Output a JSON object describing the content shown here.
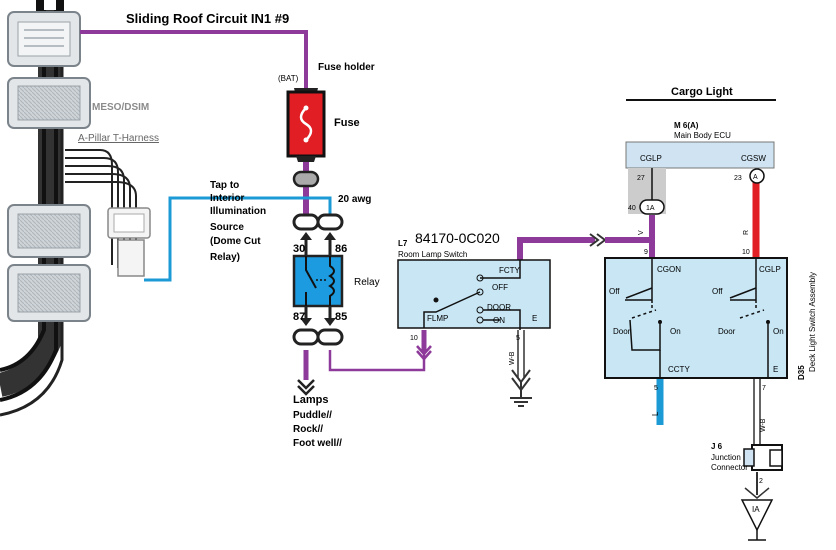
{
  "title": "Sliding Roof Circuit IN1 #9",
  "labels": {
    "meso": "MESO/DSIM",
    "apillar": "A-Pillar T-Harness",
    "tap": [
      "Tap to",
      "Interior",
      "Illumination",
      "Source",
      "(Dome Cut",
      "Relay)"
    ],
    "bat": "(BAT)",
    "fuse_holder": "Fuse holder",
    "fuse": "Fuse",
    "awg": "20 awg",
    "relay": "Relay",
    "pin30": "30",
    "pin86": "86",
    "pin87": "87",
    "pin85": "85",
    "lamps": [
      "Lamps",
      "Puddle//",
      "Rock//",
      "Foot well//"
    ],
    "part_number": "84170-0C020",
    "room_lamp_id": "L7",
    "room_lamp_name": "Room Lamp Switch",
    "fcty": "FCTY",
    "off": "OFF",
    "door": "DOOR",
    "on": "ON",
    "flmp": "FLMP",
    "e": "E",
    "rl_pin5": "5",
    "rl_pin10": "10",
    "wb": "W-B",
    "cargo_light": "Cargo Light",
    "ecu_id": "M 6(A)",
    "ecu_name": "Main Body ECU",
    "cglp": "CGLP",
    "cgsw": "CGSW",
    "p27": "27",
    "p23": "23",
    "circle_a": "A",
    "p40": "40",
    "circle_1a": "1A",
    "wire_v": "V",
    "wire_r": "R",
    "p9": "9",
    "p10": "10",
    "cgon": "CGON",
    "cglp2": "CGLP",
    "sw_off1": "Off",
    "sw_off2": "Off",
    "door1": "Door",
    "on1": "On",
    "door2": "Door",
    "on2": "On",
    "ccty": "CCTY",
    "e2": "E",
    "d35": "D35",
    "deck_name": "Deck Light Switch Assembly",
    "p5": "5",
    "wire_l": "L",
    "p7": "7",
    "j6": "J 6",
    "junction": [
      "Junction",
      "Connector"
    ],
    "p2": "2",
    "ia": "IA"
  },
  "colors": {
    "purple": "#8e3a9a",
    "red": "#e01e24",
    "blue": "#1b9ad6",
    "ecu_blue": "#cfe3f2",
    "switch_blue": "#c8e6f4",
    "connector_grey": "#9aa3ab",
    "relay_blue": "#1c9be0"
  }
}
